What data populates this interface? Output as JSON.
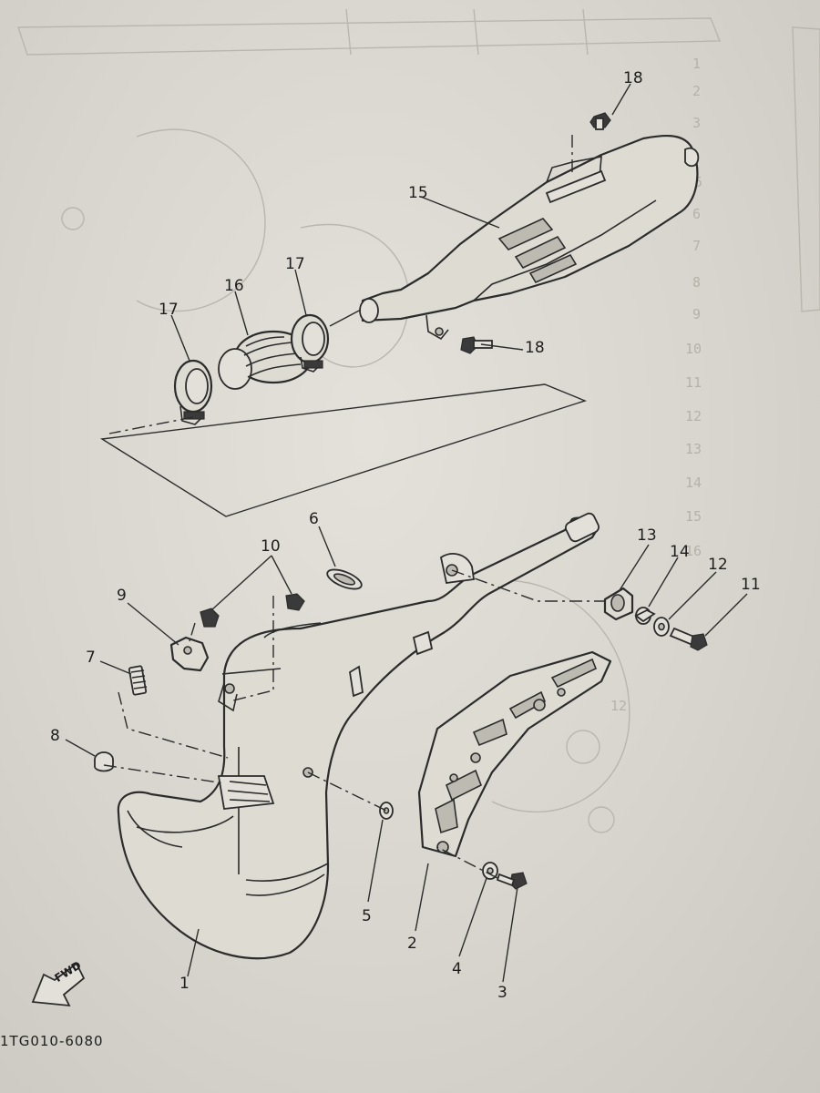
{
  "diagram": {
    "callouts": [
      {
        "id": "c1",
        "label": "1"
      },
      {
        "id": "c2",
        "label": "2"
      },
      {
        "id": "c3",
        "label": "3"
      },
      {
        "id": "c4",
        "label": "4"
      },
      {
        "id": "c5",
        "label": "5"
      },
      {
        "id": "c6",
        "label": "6"
      },
      {
        "id": "c7",
        "label": "7"
      },
      {
        "id": "c8",
        "label": "8"
      },
      {
        "id": "c9",
        "label": "9"
      },
      {
        "id": "c10",
        "label": "10"
      },
      {
        "id": "c11",
        "label": "11"
      },
      {
        "id": "c12",
        "label": "12"
      },
      {
        "id": "c13",
        "label": "13"
      },
      {
        "id": "c14",
        "label": "14"
      },
      {
        "id": "c15",
        "label": "15"
      },
      {
        "id": "c16",
        "label": "16"
      },
      {
        "id": "c17a",
        "label": "17"
      },
      {
        "id": "c17b",
        "label": "17"
      },
      {
        "id": "c18a",
        "label": "18"
      },
      {
        "id": "c18b",
        "label": "18"
      }
    ],
    "fwd_label": "FWD",
    "figure_code": "1TG010-6080"
  }
}
